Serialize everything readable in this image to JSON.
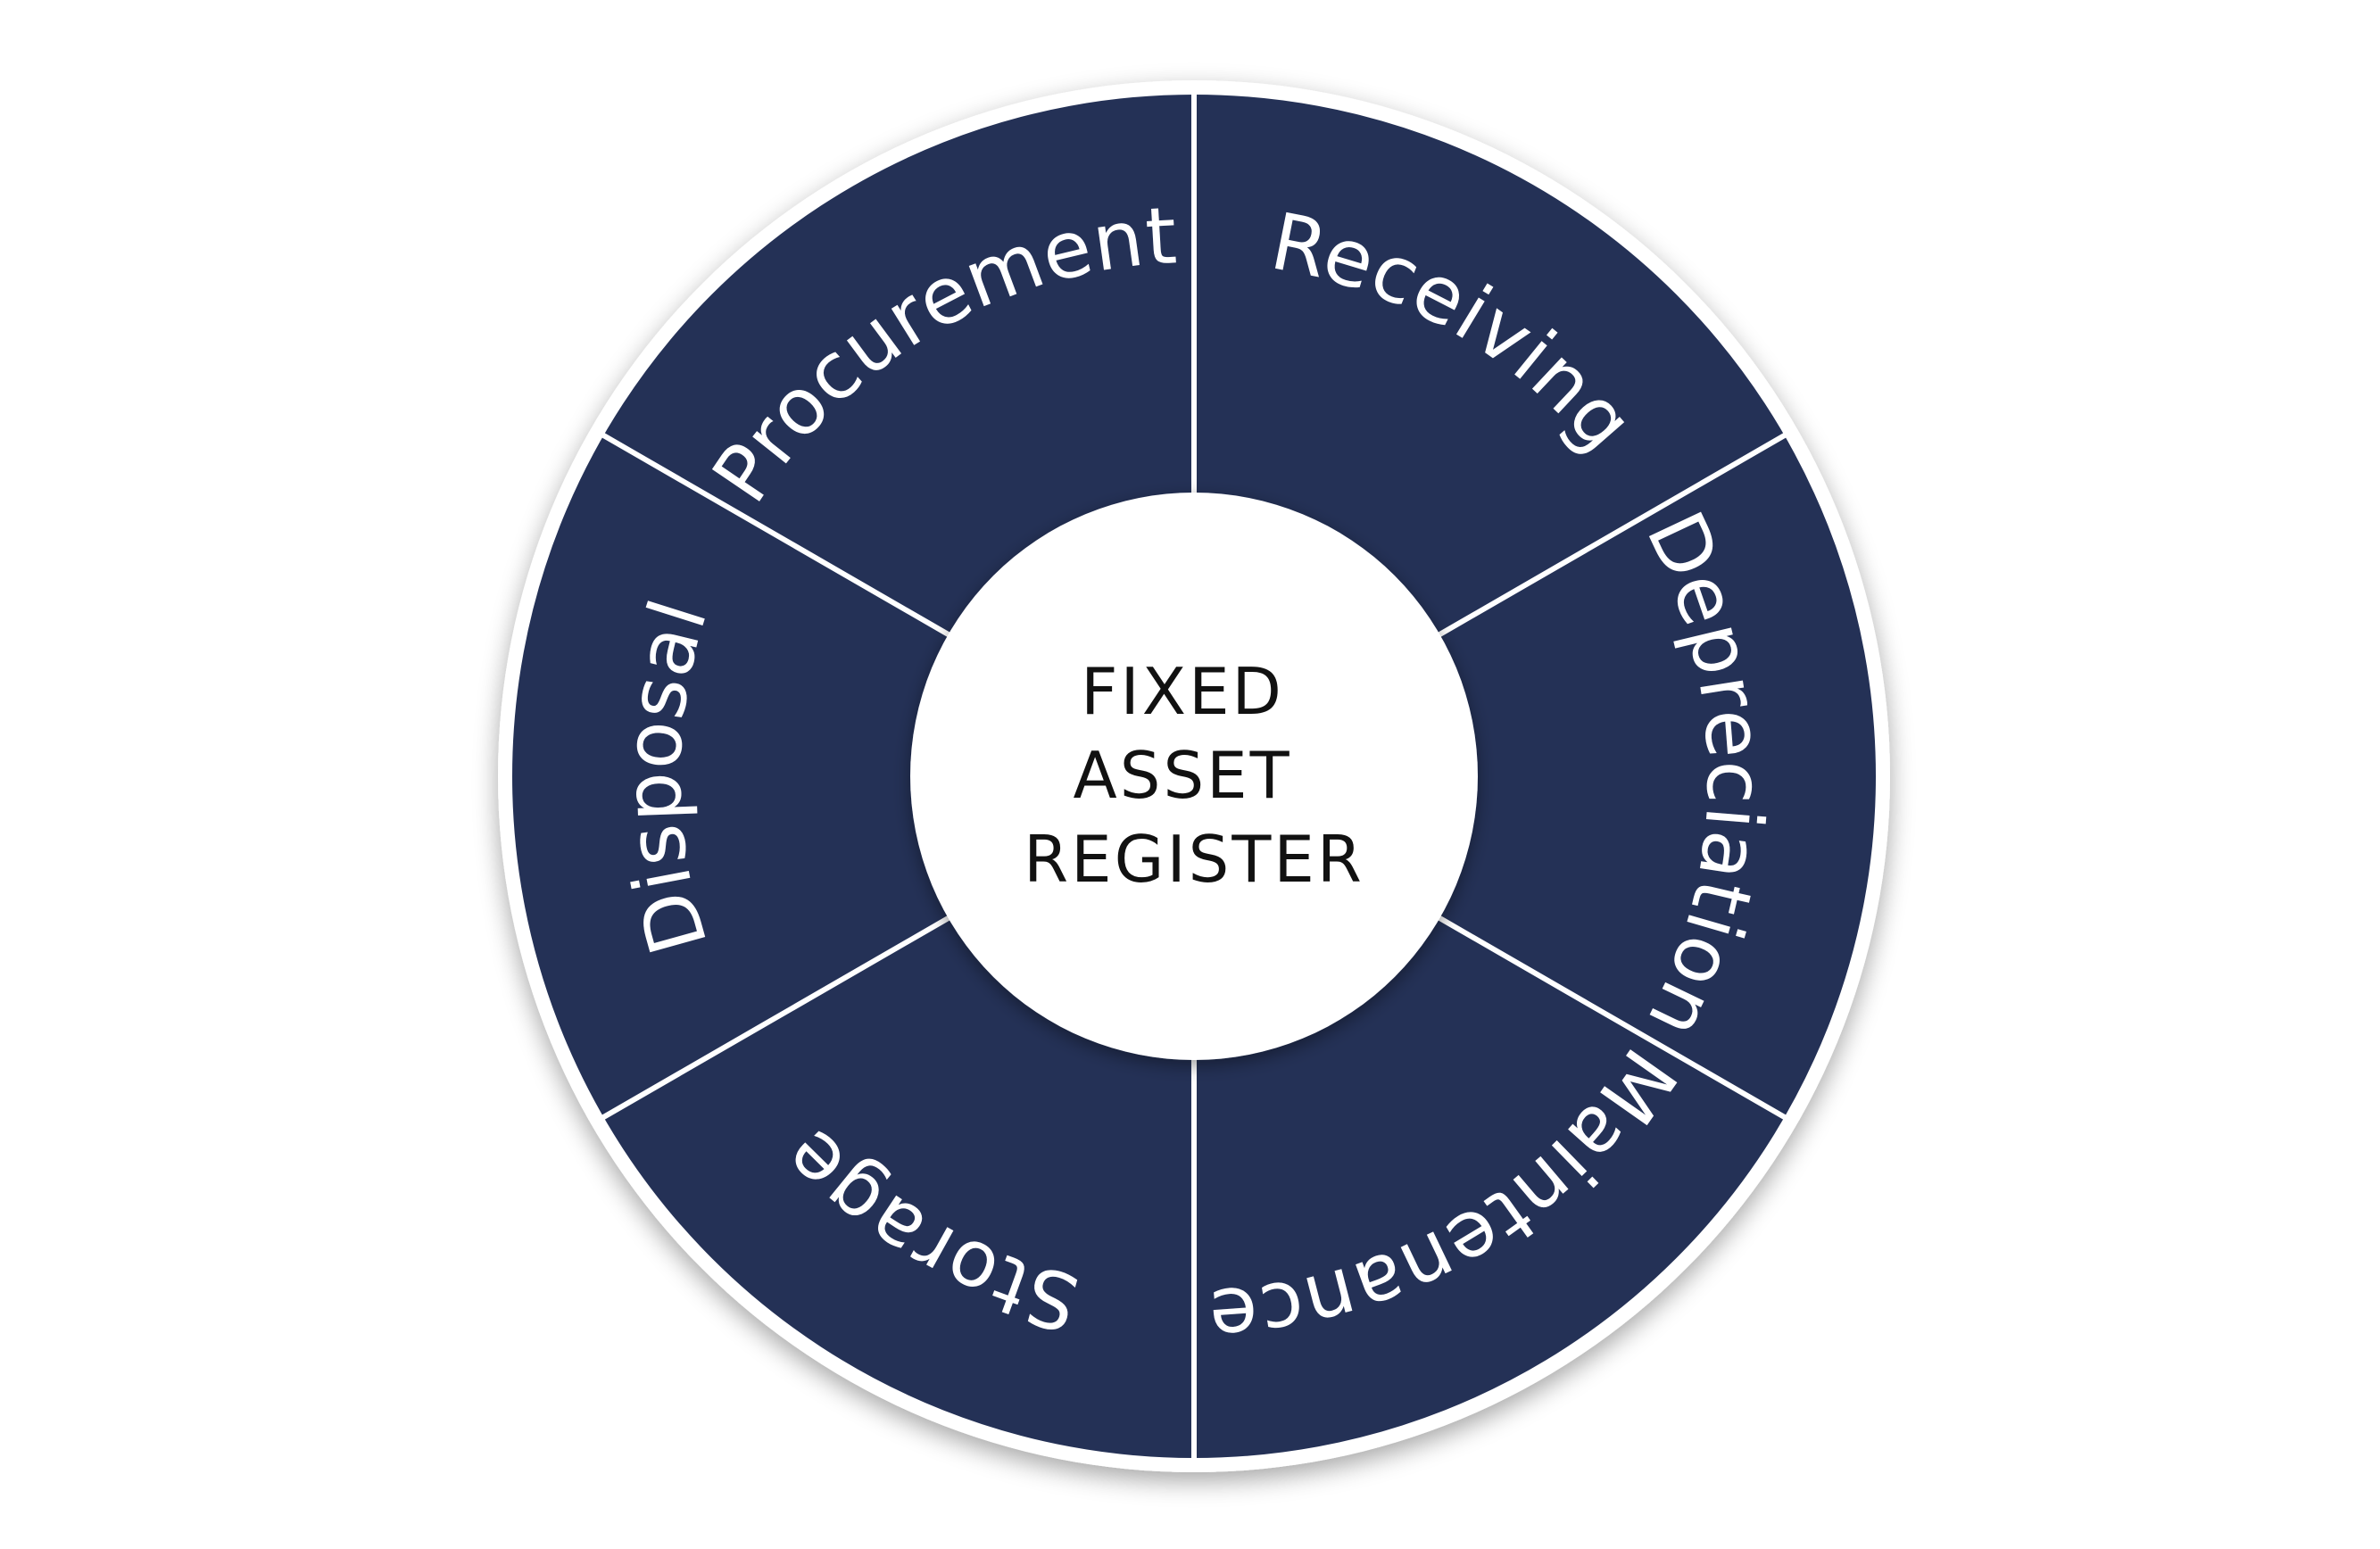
{
  "diagram": {
    "center_lines": [
      "FIXED",
      "ASSET",
      "REGISTER"
    ],
    "segments": [
      {
        "label": "Procurement"
      },
      {
        "label": "Receiving"
      },
      {
        "label": "Depreciation"
      },
      {
        "label": "Maintenance"
      },
      {
        "label": "Storage"
      },
      {
        "label": "Disposal"
      }
    ],
    "colors": {
      "segment_fill": "#243156",
      "divider": "#ffffff",
      "center_fill": "#ffffff",
      "center_text": "#111111",
      "segment_text": "#ffffff"
    }
  }
}
